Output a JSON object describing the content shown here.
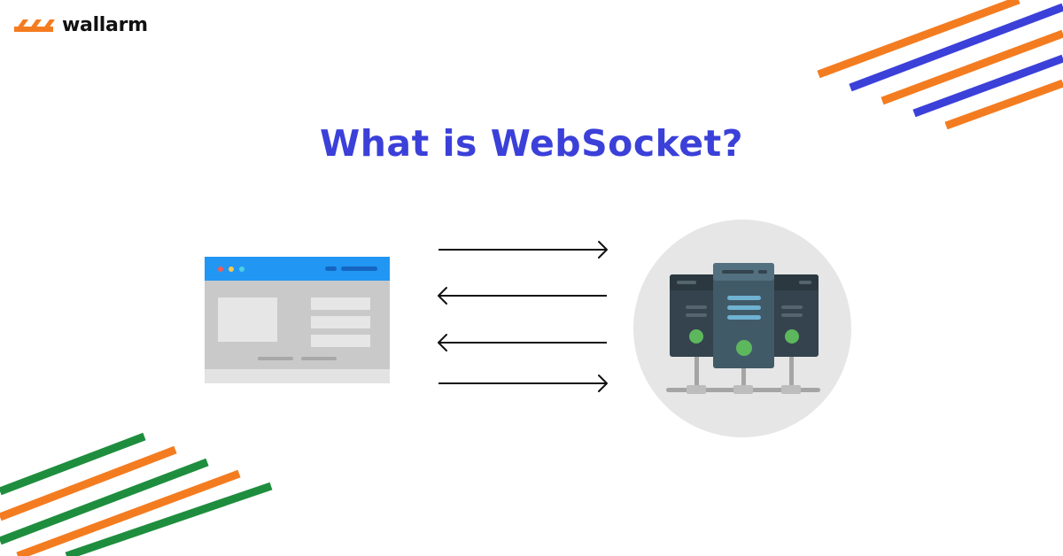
{
  "brand": {
    "name": "wallarm",
    "logo_icon": "wallarm-stripes-icon",
    "logo_color": "#F47C20"
  },
  "title": "What is WebSocket?",
  "colors": {
    "title": "#3B40D9",
    "orange": "#F47C20",
    "blue": "#3B40D9",
    "green": "#1E8E3E",
    "browser_bar": "#2196F3",
    "browser_body": "#C9C9C9",
    "server_circle": "#E6E6E6",
    "server_dark": "#34434D",
    "server_center": "#415A68",
    "server_light": "#6FB2D2",
    "server_led": "#5DB75D"
  },
  "diagram": {
    "client_icon": "browser-window-icon",
    "server_icon": "server-rack-icon",
    "arrows": [
      "right",
      "left",
      "left",
      "right"
    ]
  }
}
